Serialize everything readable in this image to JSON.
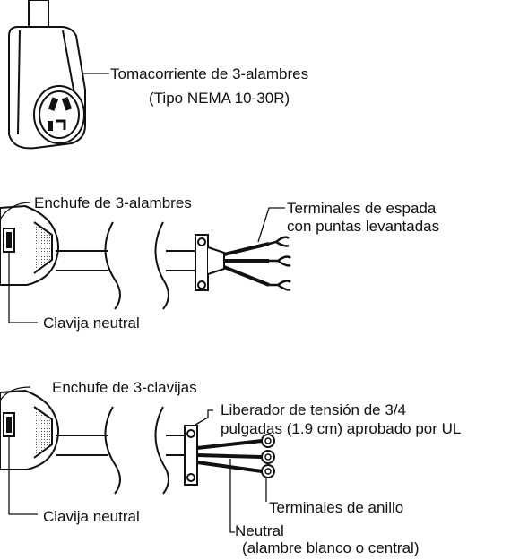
{
  "labels": {
    "receptacle_line1": "Tomacorriente de 3-alambres",
    "receptacle_line2": "(Tipo NEMA 10-30R)",
    "plug_3wire": "Enchufe de 3-alambres",
    "spade_line1": "Terminales de espada",
    "spade_line2": "con puntas levantadas",
    "neutral_blade_1": "Clavija neutral",
    "plug_3prong": "Enchufe de 3-clavijas",
    "strain_line1": "Liberador de tensión de 3/4",
    "strain_line2": "pulgadas (1.9 cm) aprobado por UL",
    "ring_terminals": "Terminales de anillo",
    "neutral_blade_2": "Clavija neutral",
    "neutral_wire_line1": "Neutral",
    "neutral_wire_line2": "(alambre blanco o central)"
  },
  "colors": {
    "ink": "#111111",
    "paper": "#ffffff"
  }
}
